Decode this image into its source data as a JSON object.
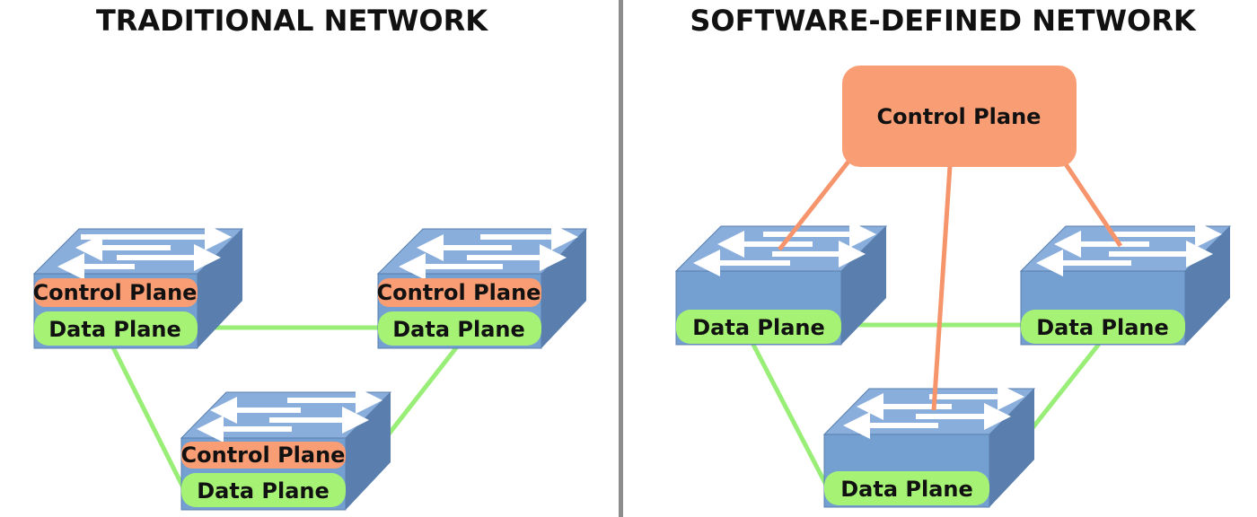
{
  "panels": {
    "traditional": {
      "title": "TRADITIONAL NETWORK",
      "switches": [
        {
          "control_label": "Control Plane",
          "data_label": "Data Plane"
        },
        {
          "control_label": "Control Plane",
          "data_label": "Data Plane"
        },
        {
          "control_label": "Control Plane",
          "data_label": "Data Plane"
        }
      ]
    },
    "sdn": {
      "title": "SOFTWARE-DEFINED NETWORK",
      "controller_label": "Control Plane",
      "switches": [
        {
          "data_label": "Data Plane"
        },
        {
          "data_label": "Data Plane"
        },
        {
          "data_label": "Data Plane"
        }
      ]
    }
  },
  "colors": {
    "switch_top": "#8aaedb",
    "switch_front": "#739fd1",
    "switch_side": "#5a7fae",
    "control_plane": "#f99d74",
    "data_plane": "#a6f275",
    "data_link": "#99ee77",
    "control_link": "#f6956c",
    "divider": "#8c8c8c"
  }
}
